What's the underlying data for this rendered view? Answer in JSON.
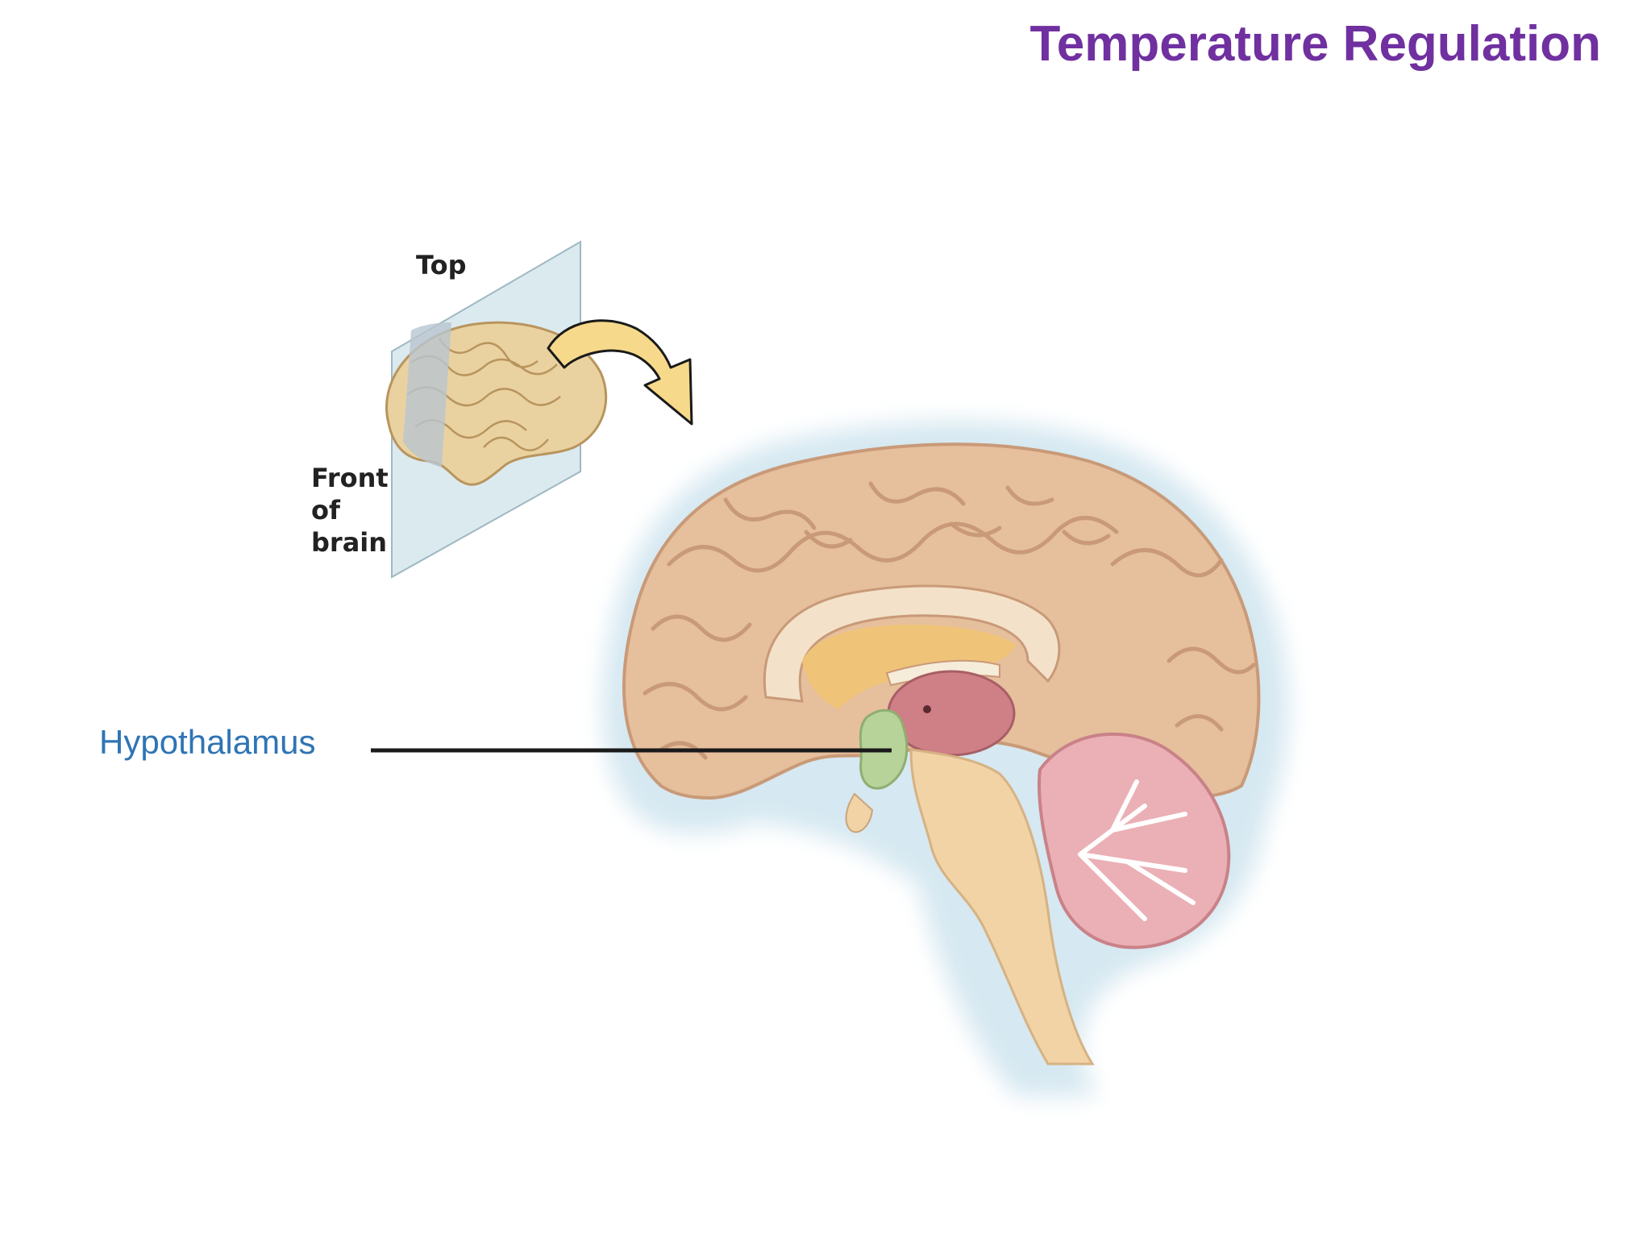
{
  "title": "Temperature Regulation",
  "inset": {
    "top_label": "Top",
    "front_label_lines": [
      "Front",
      "of",
      "brain"
    ]
  },
  "callouts": [
    {
      "label": "Hypothalamus"
    }
  ],
  "colors": {
    "title": "#7030a0",
    "callout_label": "#2e74b5",
    "leader_line": "#1a1a1a",
    "cortex": "#e6bf9d",
    "cortex_outline": "#c99a78",
    "halo": "#d6e8f1",
    "plane": "#cfe3ea",
    "arrow": "#f6d98a",
    "hypothalamus": "#b8d39a",
    "thalamus": "#cf7f86",
    "cerebellum": "#eab0b5",
    "brainstem": "#f1d3a6",
    "ventricle": "#efc478"
  },
  "icons": {
    "inset_brain": "brain-lateral-view-icon",
    "rotation_arrow": "curved-arrow-icon"
  }
}
